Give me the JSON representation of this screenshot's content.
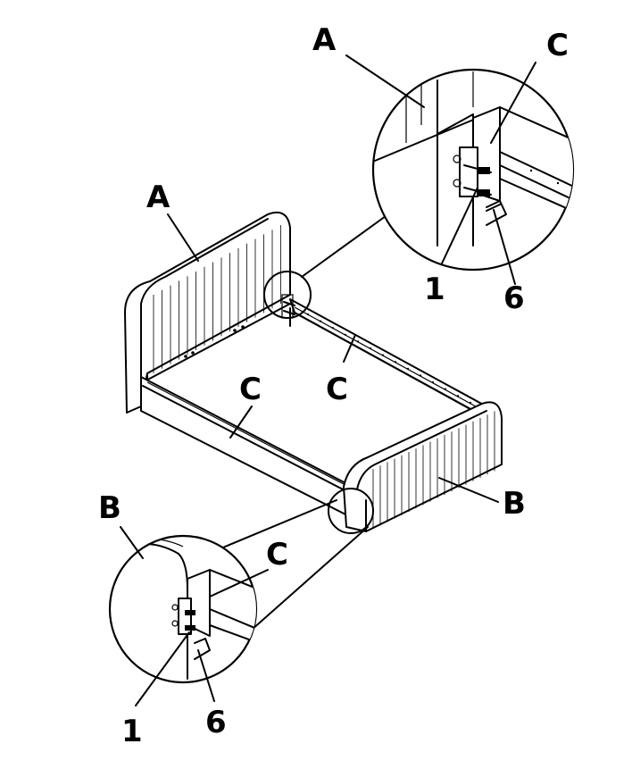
{
  "labels": {
    "headboard": "A",
    "headboard_detail": "A",
    "footboard": "B",
    "footboard_detail": "B",
    "rail_top_detail": "C",
    "rail_right": "C",
    "rail_left": "C",
    "rail_bottom_detail": "C",
    "part_1_top": "1",
    "part_6_top": "6",
    "part_1_bottom": "1",
    "part_6_bottom": "6"
  },
  "colors": {
    "line": "#000000",
    "background": "#ffffff"
  }
}
